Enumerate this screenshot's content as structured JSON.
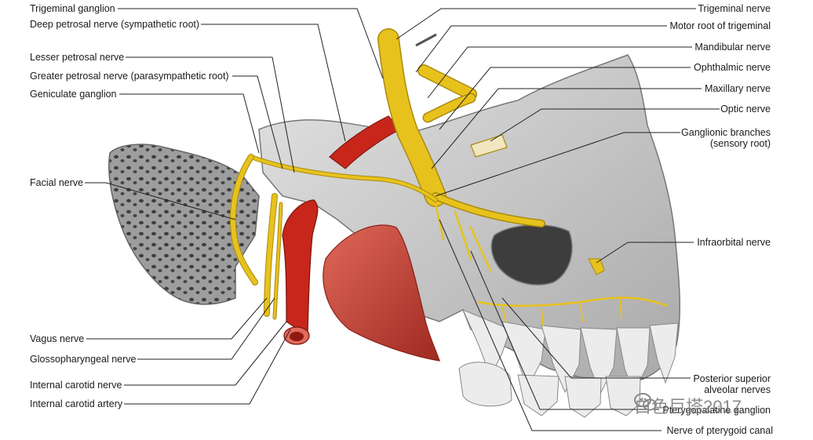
{
  "figure": {
    "labels_left": [
      {
        "id": "trigeminal-ganglion",
        "text": "Trigeminal ganglion"
      },
      {
        "id": "deep-petrosal-nerve",
        "text": "Deep petrosal nerve (sympathetic root)"
      },
      {
        "id": "lesser-petrosal-nerve",
        "text": "Lesser petrosal nerve"
      },
      {
        "id": "greater-petrosal-nerve",
        "text": "Greater petrosal nerve (parasympathetic root)"
      },
      {
        "id": "geniculate-ganglion",
        "text": "Geniculate ganglion"
      },
      {
        "id": "facial-nerve",
        "text": "Facial nerve"
      },
      {
        "id": "vagus-nerve",
        "text": "Vagus nerve"
      },
      {
        "id": "glossopharyngeal-nerve",
        "text": "Glossopharyngeal nerve"
      },
      {
        "id": "internal-carotid-nerve",
        "text": "Internal carotid nerve"
      },
      {
        "id": "internal-carotid-artery",
        "text": "Internal carotid artery"
      }
    ],
    "labels_right": [
      {
        "id": "trigeminal-nerve",
        "text": "Trigeminal nerve"
      },
      {
        "id": "motor-root-of-trigeminal",
        "text": "Motor root of trigeminal"
      },
      {
        "id": "mandibular-nerve",
        "text": "Mandibular nerve"
      },
      {
        "id": "ophthalmic-nerve",
        "text": "Ophthalmic nerve"
      },
      {
        "id": "maxillary-nerve",
        "text": "Maxillary nerve"
      },
      {
        "id": "optic-nerve",
        "text": "Optic nerve"
      },
      {
        "id": "ganglionic-branches",
        "text": "Ganglionic branches\n(sensory root)"
      },
      {
        "id": "infraorbital-nerve",
        "text": "Infraorbital nerve"
      },
      {
        "id": "posterior-superior-alveolar-nerves",
        "text": "Posterior superior\nalveolar nerves"
      },
      {
        "id": "pterygopalatine-ganglion",
        "text": "Pterygopalatine ganglion"
      },
      {
        "id": "nerve-of-pterygoid-canal",
        "text": "Nerve of pterygoid canal"
      }
    ],
    "watermark": "白色巨塔2017",
    "colors": {
      "bone": "#c9c9c9",
      "bone_shadow": "#8e8e8e",
      "nerve": "#e8c21c",
      "nerve_outline": "#a88a10",
      "artery": "#c8261a",
      "muscle": "#c9463a",
      "leader": "#222222"
    }
  }
}
